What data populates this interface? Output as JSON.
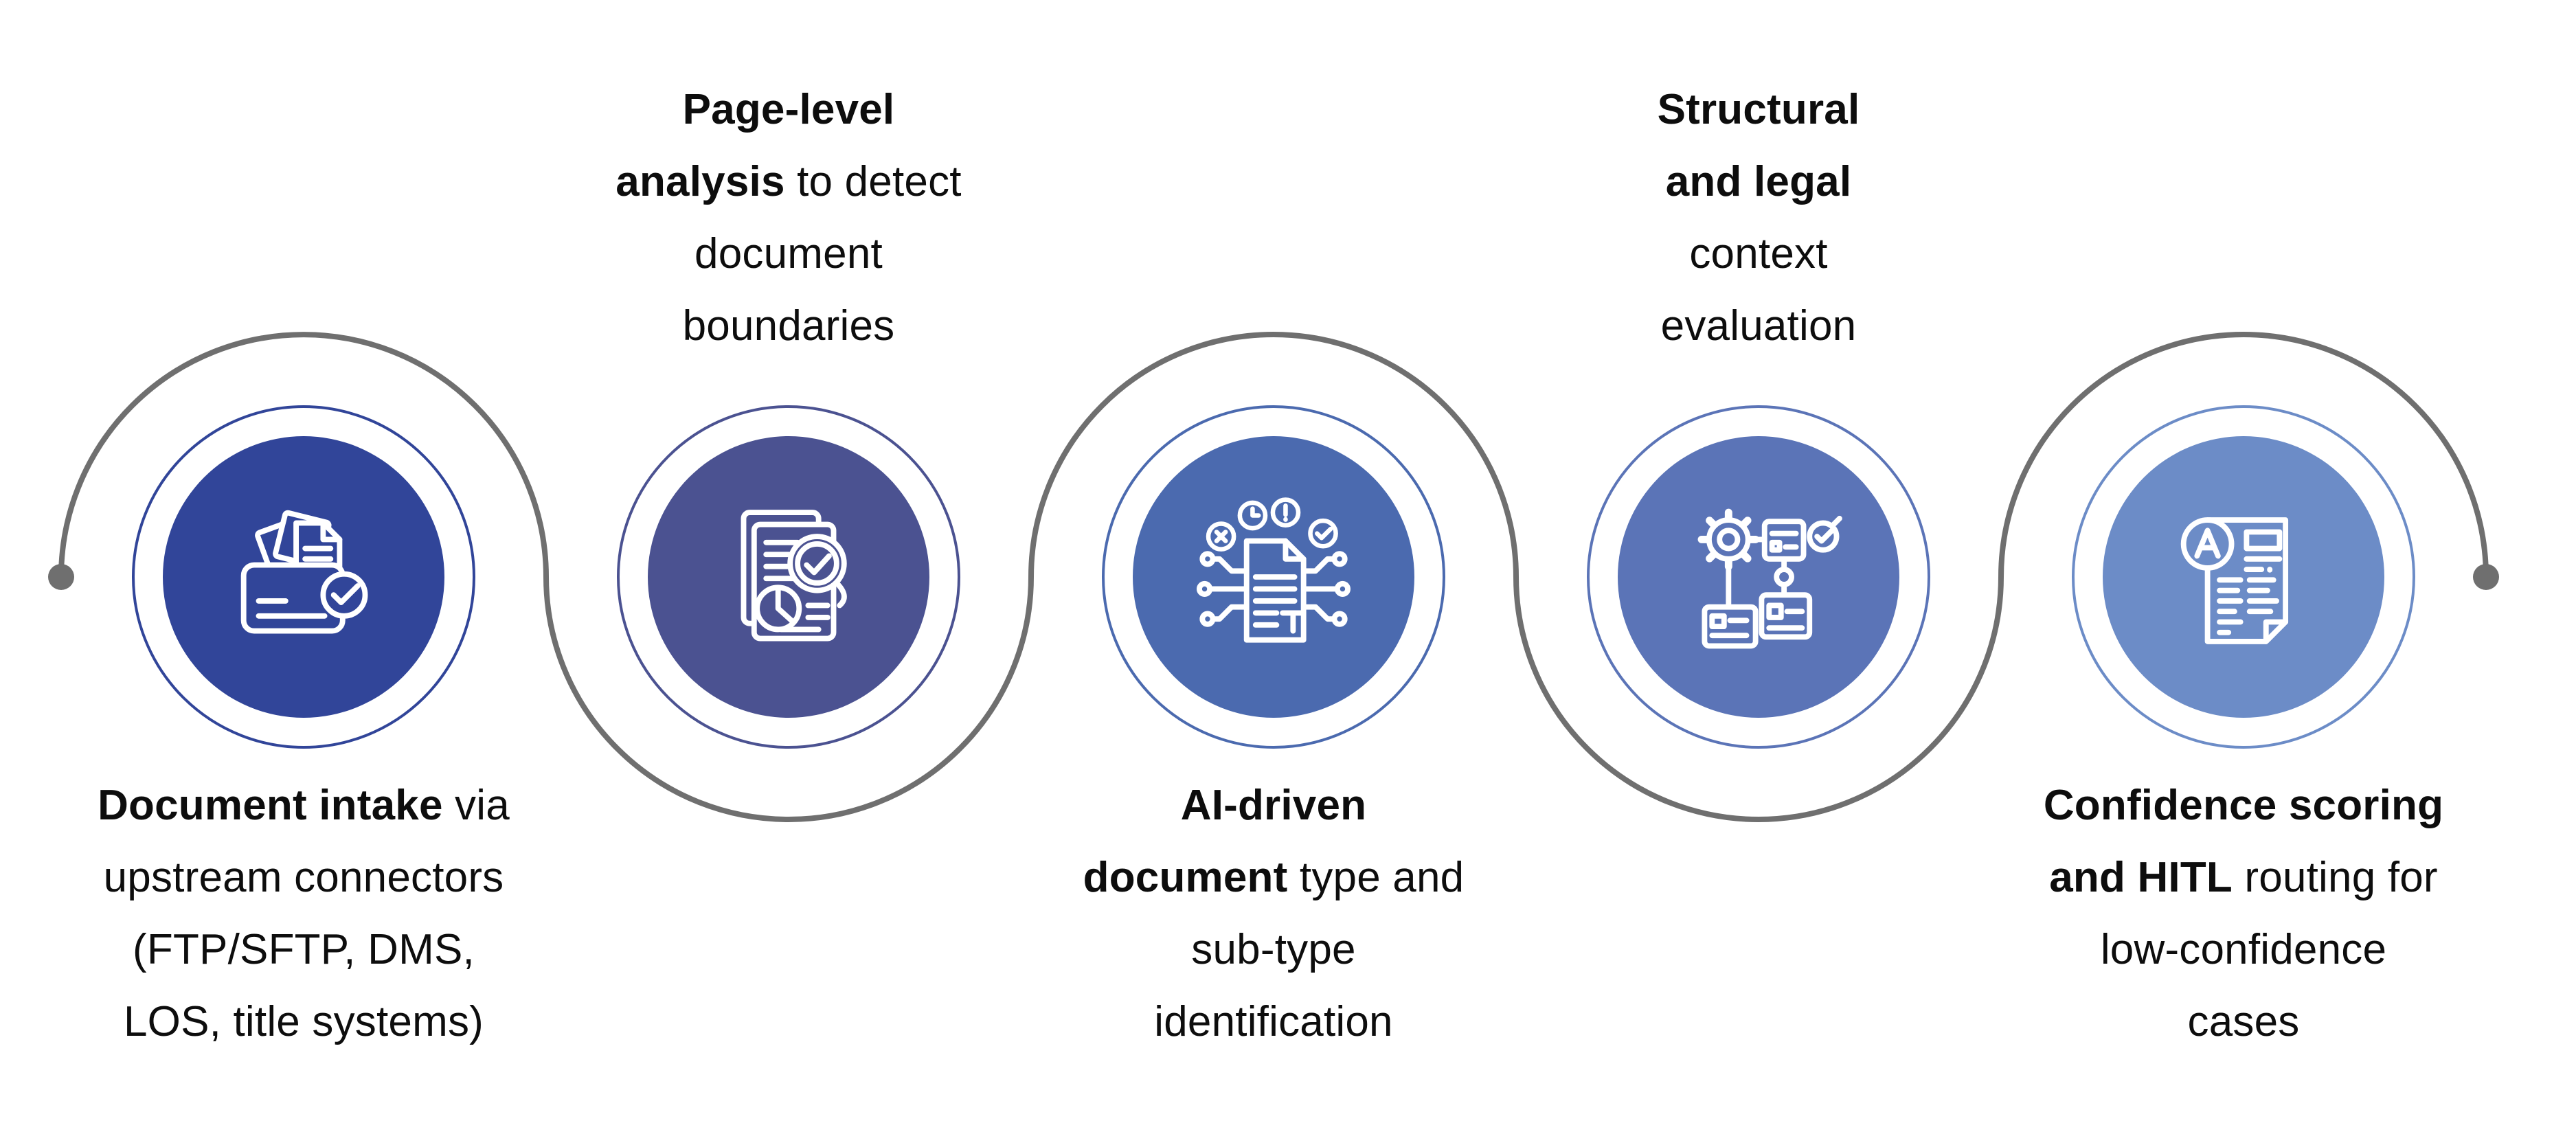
{
  "diagram": {
    "type": "process-flow",
    "background": "#ffffff",
    "flow": {
      "line_color": "#6F6F6F",
      "dot_color": "#6F6F6F"
    },
    "steps": [
      {
        "id": 1,
        "icon": "folder-documents-check-icon",
        "color": "#314599",
        "label_position": "below",
        "lines": [
          {
            "bold": "Document intake",
            "rest": " via"
          },
          {
            "bold": "",
            "rest": "upstream connectors"
          },
          {
            "bold": "",
            "rest": "(FTP/SFTP, DMS,"
          },
          {
            "bold": "",
            "rest": "LOS, title systems)"
          }
        ]
      },
      {
        "id": 2,
        "icon": "document-magnifier-check-icon",
        "color": "#4B5291",
        "label_position": "above",
        "lines": [
          {
            "bold": "Page-level",
            "rest": ""
          },
          {
            "bold": "analysis",
            "rest": " to detect"
          },
          {
            "bold": "",
            "rest": "document"
          },
          {
            "bold": "",
            "rest": "boundaries"
          }
        ]
      },
      {
        "id": 3,
        "icon": "ai-document-circuit-icon",
        "color": "#4B6AAF",
        "label_position": "below",
        "lines": [
          {
            "bold": "AI-driven",
            "rest": ""
          },
          {
            "bold": "document",
            "rest": " type and"
          },
          {
            "bold": "",
            "rest": "sub-type"
          },
          {
            "bold": "",
            "rest": "identification"
          }
        ]
      },
      {
        "id": 4,
        "icon": "gear-workflow-check-icon",
        "color": "#5B74B7",
        "label_position": "above",
        "lines": [
          {
            "bold": "Structural",
            "rest": ""
          },
          {
            "bold": "and legal",
            "rest": ""
          },
          {
            "bold": "",
            "rest": "context"
          },
          {
            "bold": "",
            "rest": "evaluation"
          }
        ]
      },
      {
        "id": 5,
        "icon": "document-grade-a-icon",
        "color": "#6C8CC7",
        "label_position": "below",
        "lines": [
          {
            "bold": "Confidence scoring",
            "rest": ""
          },
          {
            "bold": "and HITL",
            "rest": " routing for"
          },
          {
            "bold": "",
            "rest": "low-confidence"
          },
          {
            "bold": "",
            "rest": "cases"
          }
        ]
      }
    ]
  }
}
